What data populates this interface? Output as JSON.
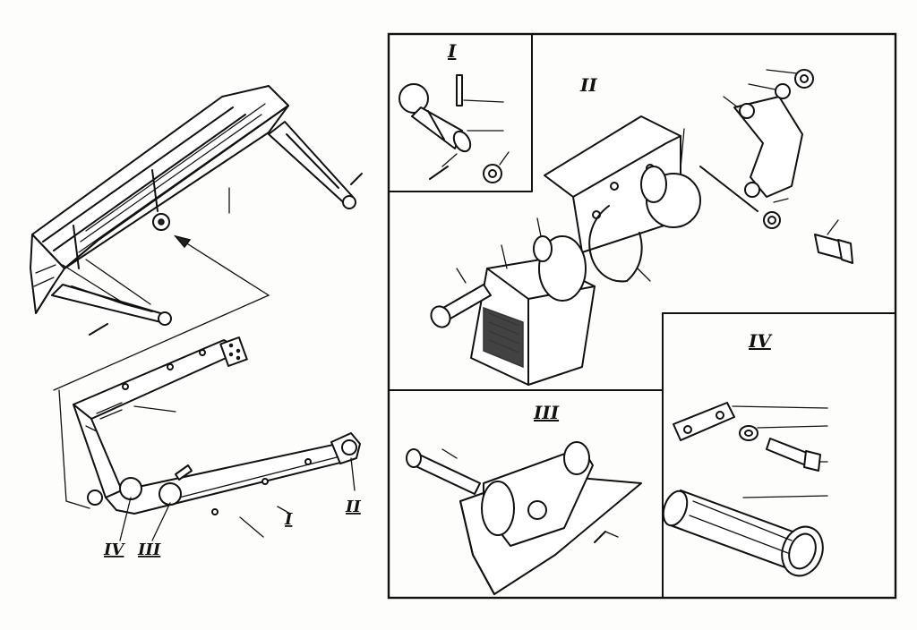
{
  "detail_panels": [
    {
      "id": "panel-1",
      "label": "I"
    },
    {
      "id": "panel-2",
      "label": "II"
    },
    {
      "id": "panel-3",
      "label": "III"
    },
    {
      "id": "panel-4",
      "label": "IV"
    }
  ],
  "frame_callouts": [
    {
      "id": "callout-I",
      "label": "I"
    },
    {
      "id": "callout-II",
      "label": "II"
    },
    {
      "id": "callout-III",
      "label": "III"
    },
    {
      "id": "callout-IV",
      "label": "IV"
    }
  ]
}
